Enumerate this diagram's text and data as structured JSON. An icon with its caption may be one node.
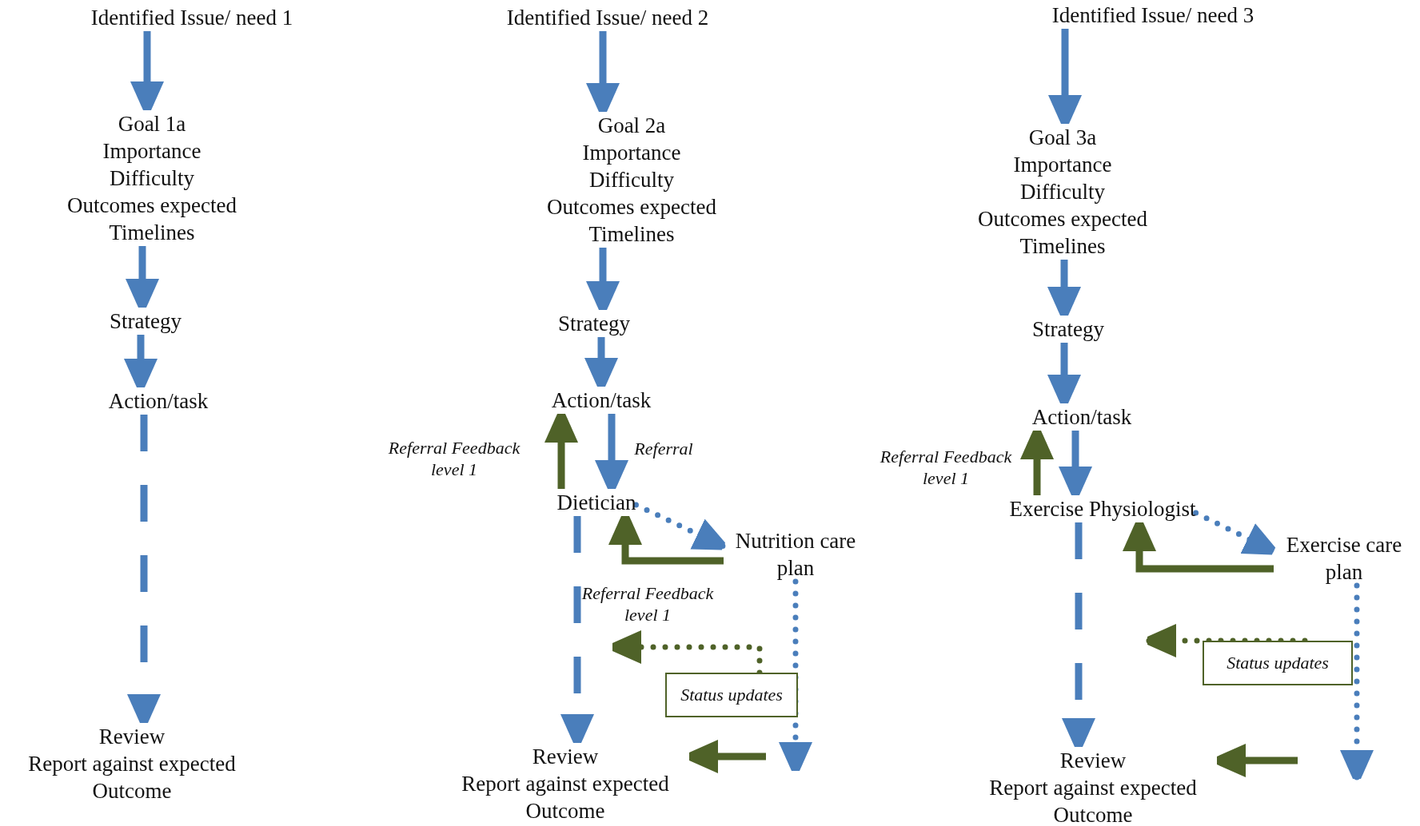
{
  "diagram": {
    "nodes": [
      {
        "text": [
          "Identified Issue/ need 1"
        ]
      },
      {
        "text": [
          "Goal 1a",
          "Importance",
          "Difficulty",
          "Outcomes expected",
          "Timelines"
        ]
      },
      {
        "text": [
          "Strategy"
        ]
      },
      {
        "text": [
          "Action/task"
        ]
      },
      {
        "text": [
          "Review",
          "Report against expected Outcome"
        ]
      },
      {
        "text": [
          "Identified Issue/ need 2"
        ]
      },
      {
        "text": [
          "Goal 2a",
          "Importance",
          "Difficulty",
          "Outcomes expected",
          "Timelines"
        ]
      },
      {
        "text": [
          "Strategy"
        ]
      },
      {
        "text": [
          "Action/task"
        ]
      },
      {
        "text": [
          "Dietician"
        ]
      },
      {
        "text": [
          "Nutrition care plan"
        ]
      },
      {
        "text": [
          "Status updates"
        ]
      },
      {
        "text": [
          "Review",
          "Report against expected Outcome"
        ]
      },
      {
        "text": [
          "Identified Issue/ need 3"
        ]
      },
      {
        "text": [
          "Goal 3a",
          "Importance",
          "Difficulty",
          "Outcomes expected",
          "Timelines"
        ]
      },
      {
        "text": [
          "Strategy"
        ]
      },
      {
        "text": [
          "Action/task"
        ]
      },
      {
        "text": [
          "Exercise Physiologist"
        ]
      },
      {
        "text": [
          "Exercise care plan"
        ]
      },
      {
        "text": [
          "Status updates"
        ]
      },
      {
        "text": [
          "Review",
          "Report against expected Outcome"
        ]
      }
    ],
    "edges": [
      {
        "from": 0,
        "to": 1,
        "arrow": "to"
      },
      {
        "from": 1,
        "to": 2,
        "arrow": "to"
      },
      {
        "from": 2,
        "to": 3,
        "arrow": "to"
      },
      {
        "from": 3,
        "to": 4,
        "arrow": "to",
        "style": "dashed"
      },
      {
        "from": 5,
        "to": 6,
        "arrow": "to"
      },
      {
        "from": 6,
        "to": 7,
        "arrow": "to"
      },
      {
        "from": 7,
        "to": 8,
        "arrow": "to"
      },
      {
        "from": 8,
        "to": 9,
        "arrow": "to",
        "label": "Referral"
      },
      {
        "from": 9,
        "to": 8,
        "arrow": "to",
        "label": "Referral Feedback level 1",
        "color": "#4f6228"
      },
      {
        "from": 9,
        "to": 10,
        "arrow": "to",
        "style": "dashed"
      },
      {
        "from": 10,
        "to": 9,
        "arrow": "to",
        "label": "Referral Feedback level 1",
        "color": "#4f6228"
      },
      {
        "from": 9,
        "to": 12,
        "arrow": "to",
        "style": "dashed"
      },
      {
        "from": 11,
        "to": null,
        "arrow": "to",
        "style": "dashed",
        "color": "#4f6228"
      },
      {
        "from": 10,
        "to": null,
        "arrow": "to",
        "style": "dashed"
      },
      {
        "from": null,
        "to": 12,
        "arrow": "to",
        "color": "#4f6228"
      },
      {
        "from": 13,
        "to": 14,
        "arrow": "to"
      },
      {
        "from": 14,
        "to": 15,
        "arrow": "to"
      },
      {
        "from": 15,
        "to": 16,
        "arrow": "to"
      },
      {
        "from": 16,
        "to": 17,
        "arrow": "to"
      },
      {
        "from": 17,
        "to": 16,
        "arrow": "to",
        "label": "Referral Feedback level 1",
        "color": "#4f6228"
      },
      {
        "from": 17,
        "to": 18,
        "arrow": "to",
        "style": "dashed"
      },
      {
        "from": 18,
        "to": 17,
        "arrow": "to",
        "color": "#4f6228"
      },
      {
        "from": 17,
        "to": 20,
        "arrow": "to",
        "style": "dashed"
      },
      {
        "from": 19,
        "to": null,
        "arrow": "to",
        "style": "dashed",
        "color": "#4f6228"
      },
      {
        "from": 18,
        "to": null,
        "arrow": "to",
        "style": "dashed"
      },
      {
        "from": null,
        "to": 20,
        "arrow": "to",
        "color": "#4f6228"
      }
    ]
  }
}
